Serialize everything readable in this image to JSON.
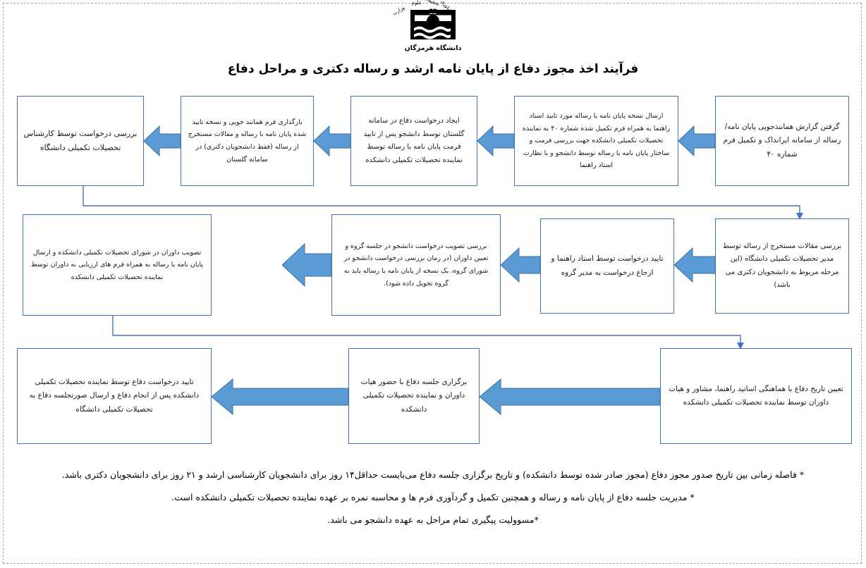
{
  "header": {
    "logo_icon": "university-book-emblem",
    "logo_caption": "دانشگاه هرمزگان",
    "title": "فرآیند اخذ مجوز دفاع از پایان نامه ارشد و رساله دکتری و مراحل دفاع"
  },
  "flow": {
    "row1": [
      {
        "id": "step-1",
        "text": "گرفتن گزارش همانندجویی  پایان نامه/ رساله از سامانه ایرانداک و تکمیل فرم شماره ۴۰"
      },
      {
        "id": "step-2",
        "text": "ارسال نسخه پایان نامه یا رساله مورد تایید استاد راهنما به همراه فرم تکمیل شده شماره ۴۰ به نماینده تحصیلات تکمیلی دانشکده جهت بررسی فرمت و ساختار پایان نامه یا رساله توسط دانشجو و با نظارت استاد راهنما"
      },
      {
        "id": "step-3",
        "text": "ایجاد درخواست دفاع در سامانه گلستان توسط دانشجو پس از تایید فرمت پایان نامه یا رساله توسط نماینده تحصیلات تکمیلی دانشکده"
      },
      {
        "id": "step-4",
        "text": "بارگذاری فرم همانند جویی و نسخه تایید شده پایان نامه با رساله و مقالات مستخرج از رساله (فقط دانشجویان دکتری) در سامانه گلستان"
      },
      {
        "id": "step-5",
        "text": "بررسی درخواست توسط کارشناس تحصیلات تکمیلی دانشگاه"
      }
    ],
    "row2": [
      {
        "id": "step-6",
        "text": "بررسی مقالات مستخرج از رساله توسط مدیر تحصیلات تکمیلی دانشگاه (این مرحله مربوط به دانشجویان دکتری می باشد)"
      },
      {
        "id": "step-7",
        "text": "تایید درخواست توسط استاد راهنما و ارجاع درخواست به مدیر گروه"
      },
      {
        "id": "step-8",
        "text": "بررسی تصویب درخواست دانشجو در جلسه گروه و تعیین داوران (در زمان بررسی درخواست دانشجو در شورای گروه، یک نسخه از پایان نامه یا رساله باید به گروه تحویل داده شود)."
      },
      {
        "id": "step-9",
        "text": "تصویب داوران در شورای تحصیلات تکمیلی دانشکده و ارسال پایان نامه یا رساله به همراه فرم های ارزیابی به داوران توسط نماینده تحصیلات تکمیلی دانشکده"
      }
    ],
    "row3": [
      {
        "id": "step-10",
        "text": "تعیین تاریخ دفاع با هماهنگی اساتید راهنما، مشاور و هیات داوران توسط نماینده تحصیلات تکمیلی دانشکده"
      },
      {
        "id": "step-11",
        "text": "برگزاری جلسه دفاع با حضور هیات داوران و نماینده تحصیلات تکمیلی دانشکده"
      },
      {
        "id": "step-12",
        "text": "تایید درخواست دفاع توسط نماینده تحصیلات تکمیلی دانشکده پس از انجام دفاع و ارسال صورتجلسه دفاع به تحصیلات تکمیلی دانشگاه"
      }
    ]
  },
  "notes": [
    "* فاصله زمانی بین تاریخ صدور مجوز دفاع (مجوز صادر شده توسط دانشکده) و تاریخ برگزاری جلسه دفاع می‌بایست حداقل۱۴ روز برای دانشجویان کارشناسی ارشد و ۲۱ روز برای دانشجویان دکتری باشد.",
    "* مدیریت جلسه دفاع از پایان نامه و رساله و همچنین تکمیل و گردآوری فرم ها و محاسبه نمره بر عهده نماینده تحصیلات تکمیلی دانشکده است.",
    "*مسوولیت پیگیری تمام مراحل به عهده دانشجو می باشد."
  ],
  "colors": {
    "box_border": "#4472c4",
    "arrow_fill": "#5b9bd5",
    "arrow_stroke": "#41719c",
    "connector": "#4472c4",
    "text": "#1a1a1a"
  }
}
